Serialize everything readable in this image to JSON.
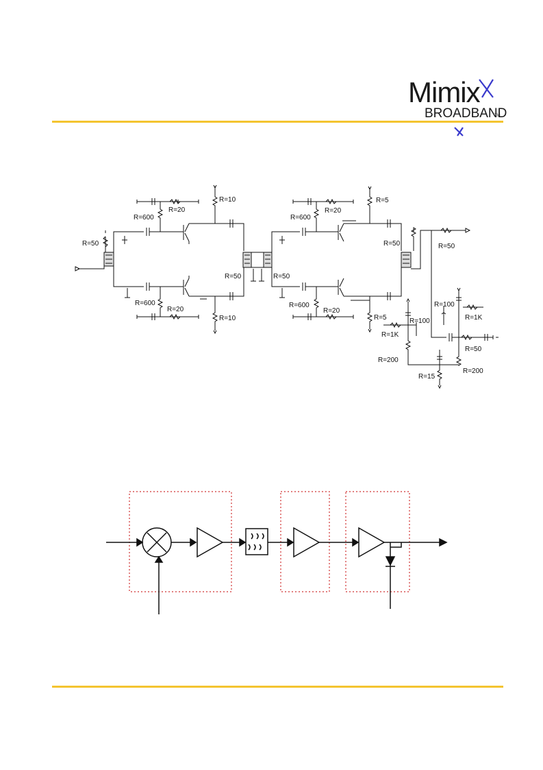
{
  "logo": {
    "word": "Mimix",
    "sub": "BROADBAND",
    "tm": "TM"
  },
  "schematic": {
    "labels": [
      "R=10",
      "R=20",
      "R=600",
      "R=50",
      "R=600",
      "R=20",
      "R=10",
      "R=50",
      "R=50",
      "R=5",
      "R=20",
      "R=600",
      "R=50",
      "R=50",
      "R=600",
      "R=20",
      "R=5",
      "R=100",
      "R=1K",
      "R=1K",
      "R=100",
      "R=50",
      "R=200",
      "R=15",
      "R=200"
    ]
  },
  "colors": {
    "rule": "#f4c430",
    "dashed_box": "#d03030",
    "logo_x": "#3a3acc"
  }
}
